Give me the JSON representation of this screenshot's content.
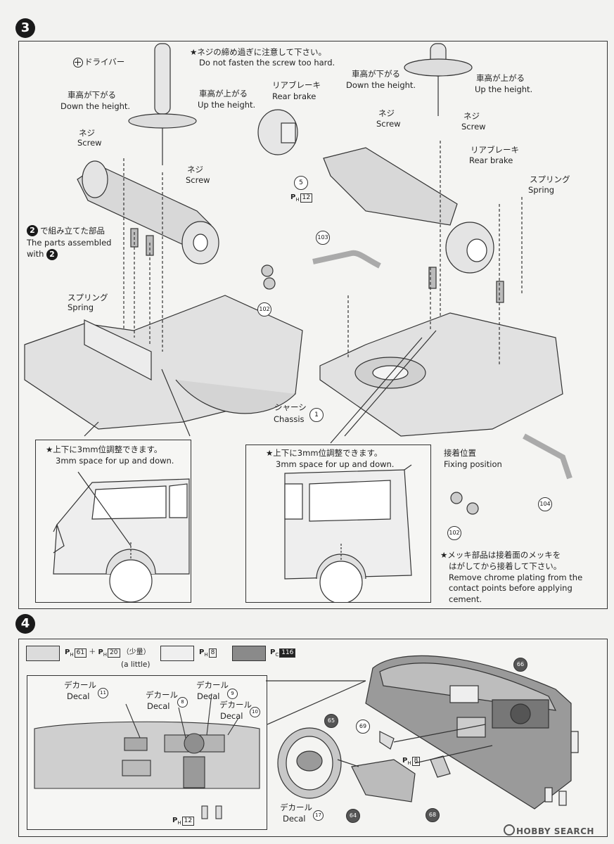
{
  "step3": {
    "badge": "3",
    "note_torque_jp": "★ネジの締め過ぎに注意して下さい。",
    "note_torque_en": "Do not fasten the screw too hard.",
    "driver": "ドライバー",
    "down_jp": "車高が下がる",
    "down_en": "Down the height.",
    "up_jp": "車高が上がる",
    "up_en": "Up the height.",
    "screw_jp": "ネジ",
    "screw_en": "Screw",
    "rear_brake_jp": "リアブレーキ",
    "rear_brake_en": "Rear brake",
    "assembled_jp": "で組み立てた部品",
    "assembled_en1": "The parts assembled",
    "assembled_en2": "with",
    "assembled_ref": "2",
    "spring_jp": "スプリング",
    "spring_en": "Spring",
    "chassis_jp": "シャーシ",
    "chassis_en": "Chassis",
    "chassis_num": "1",
    "part5": "5",
    "part5_ref_prefix": "P",
    "part5_ref_sub": "H",
    "part5_ref_num": "12",
    "part103": "103",
    "part102": "102",
    "part104": "104",
    "fix_jp": "接着位置",
    "fix_en": "Fixing position",
    "adjust_jp": "★上下に3mm位調整できます。",
    "adjust_en": "3mm space for up and down.",
    "chrome_jp1": "★メッキ部品は接着面のメッキを",
    "chrome_jp2": "はがしてから接着して下さい。",
    "chrome_en1": "Remove chrome plating from the",
    "chrome_en2": "contact points before applying",
    "chrome_en3": "cement."
  },
  "step4": {
    "badge": "4",
    "legend": [
      {
        "prefix": "P",
        "sub": "H",
        "num": "61",
        "plus": "＋",
        "prefix2": "P",
        "sub2": "H",
        "num2": "20",
        "note_jp": "（少量）",
        "note_en": "(a little)",
        "color": "#dcdcdc"
      },
      {
        "prefix": "P",
        "sub": "H",
        "num": "8",
        "color": "#efefef"
      },
      {
        "prefix": "P",
        "sub": "C",
        "num": "116",
        "color": "#8a8a8a"
      }
    ],
    "decal_jp": "デカール",
    "decal_en": "Decal",
    "decal11": "11",
    "decal8": "8",
    "decal9": "9",
    "decal10": "10",
    "decal17": "17",
    "dash_ref_prefix": "P",
    "dash_ref_sub": "H",
    "dash_ref_num": "12",
    "mid_ref_prefix": "P",
    "mid_ref_sub": "H",
    "mid_ref_num": "8",
    "part66": "66",
    "part65": "65",
    "part69": "69",
    "part64": "64",
    "part68": "68"
  },
  "watermark": "HOBBY SEARCH"
}
